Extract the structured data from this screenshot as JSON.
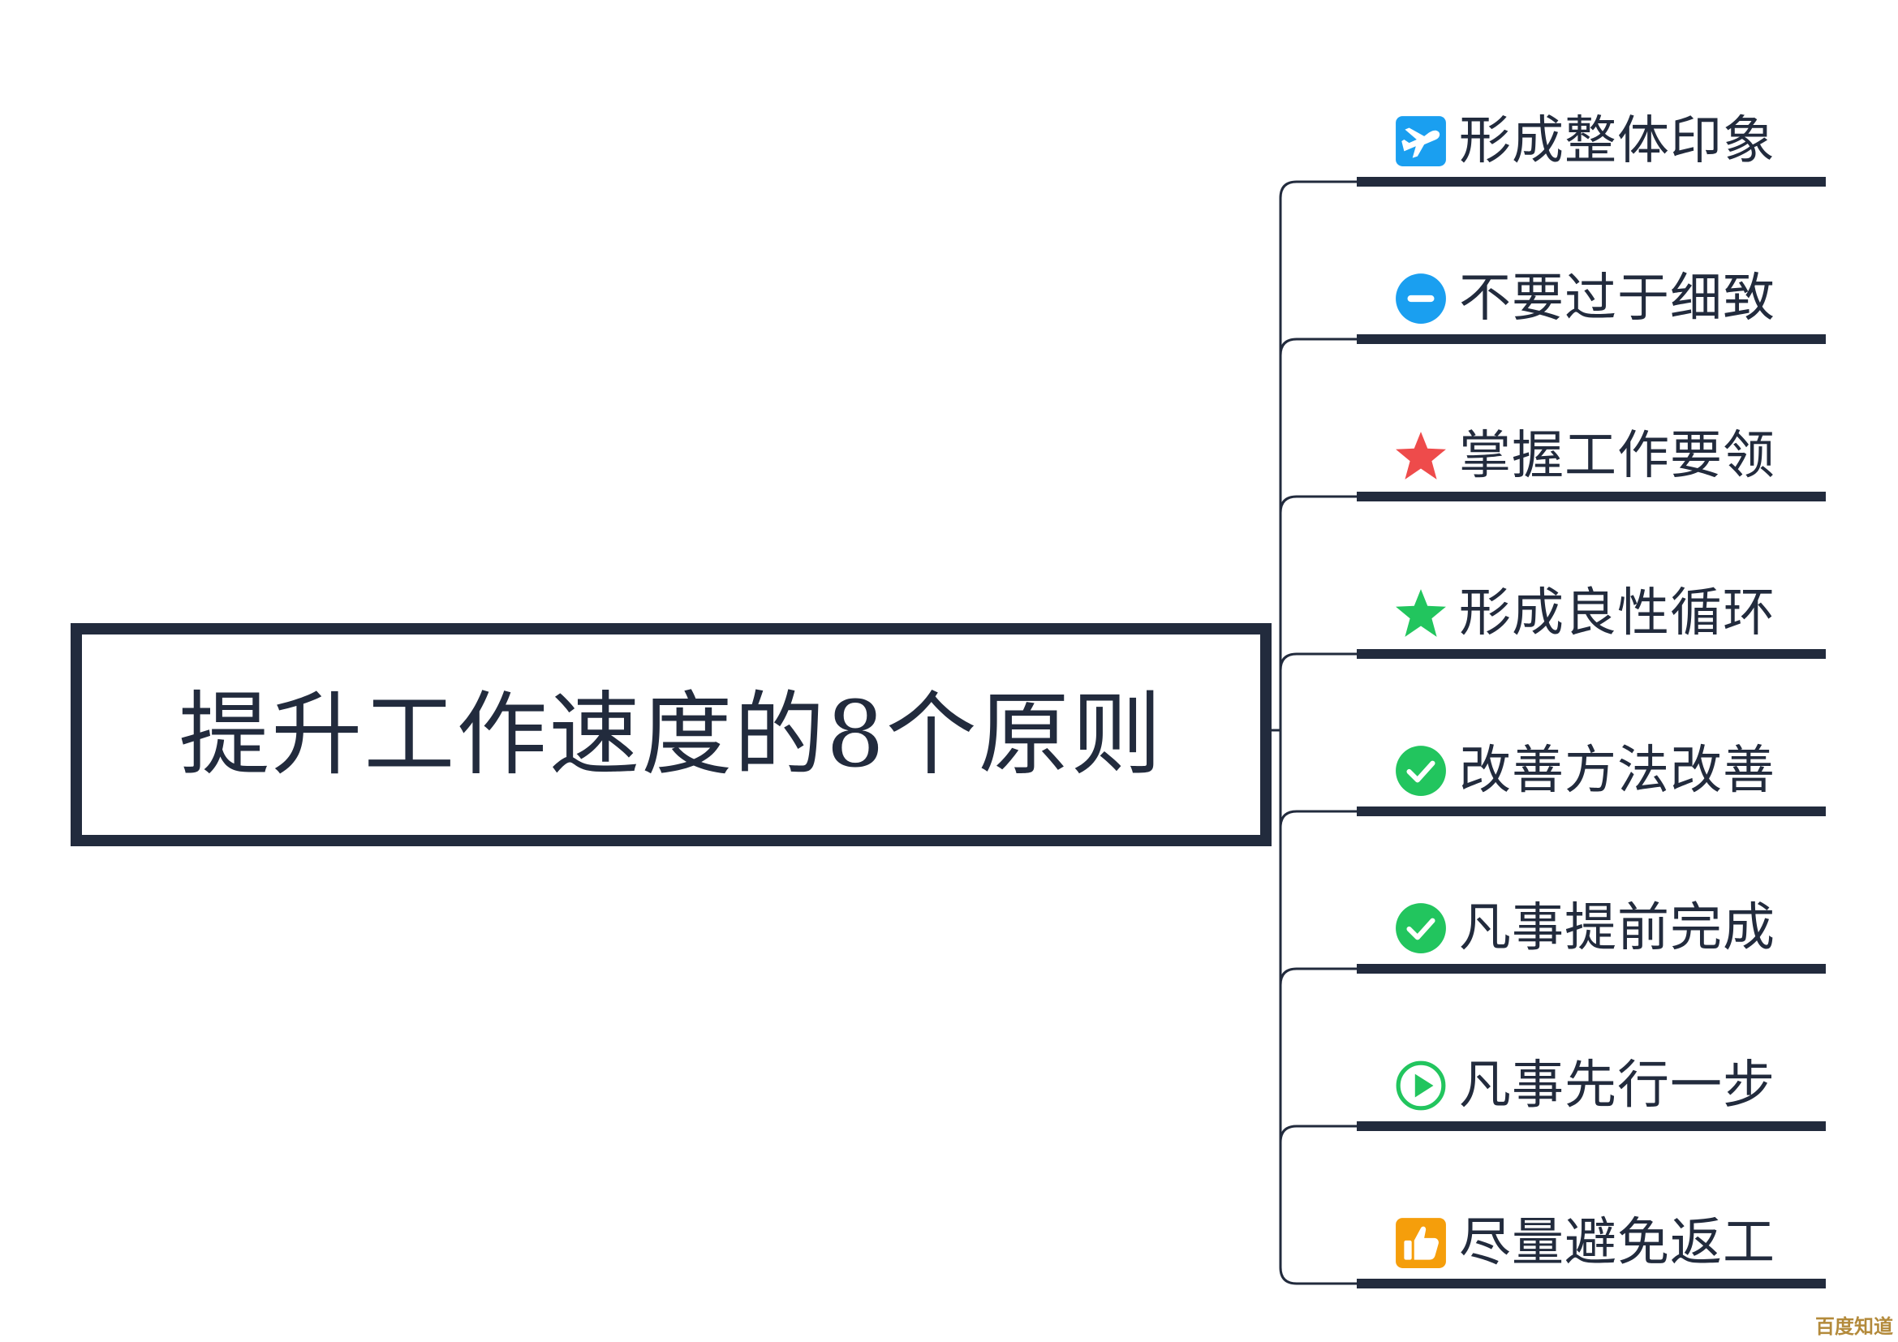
{
  "title": "提升工作速度的8个原则",
  "branches": [
    {
      "label": "形成整体印象",
      "icon": "airplane-icon",
      "color": "#1a9ff0"
    },
    {
      "label": "不要过于细致",
      "icon": "minus-circle-icon",
      "color": "#1a9ff0"
    },
    {
      "label": "掌握工作要领",
      "icon": "red-star-icon",
      "color": "#ee4b4b"
    },
    {
      "label": "形成良性循环",
      "icon": "green-star-icon",
      "color": "#22c55e"
    },
    {
      "label": "改善方法改善",
      "icon": "check-circle-icon",
      "color": "#22c55e"
    },
    {
      "label": "凡事提前完成",
      "icon": "check-circle-icon",
      "color": "#22c55e"
    },
    {
      "label": "凡事先行一步",
      "icon": "play-circle-icon",
      "color": "#22c55e"
    },
    {
      "label": "尽量避免返工",
      "icon": "thumbs-up-icon",
      "color": "#f59e0b"
    }
  ],
  "watermark": "百度知道",
  "line_color": "#222b3d"
}
